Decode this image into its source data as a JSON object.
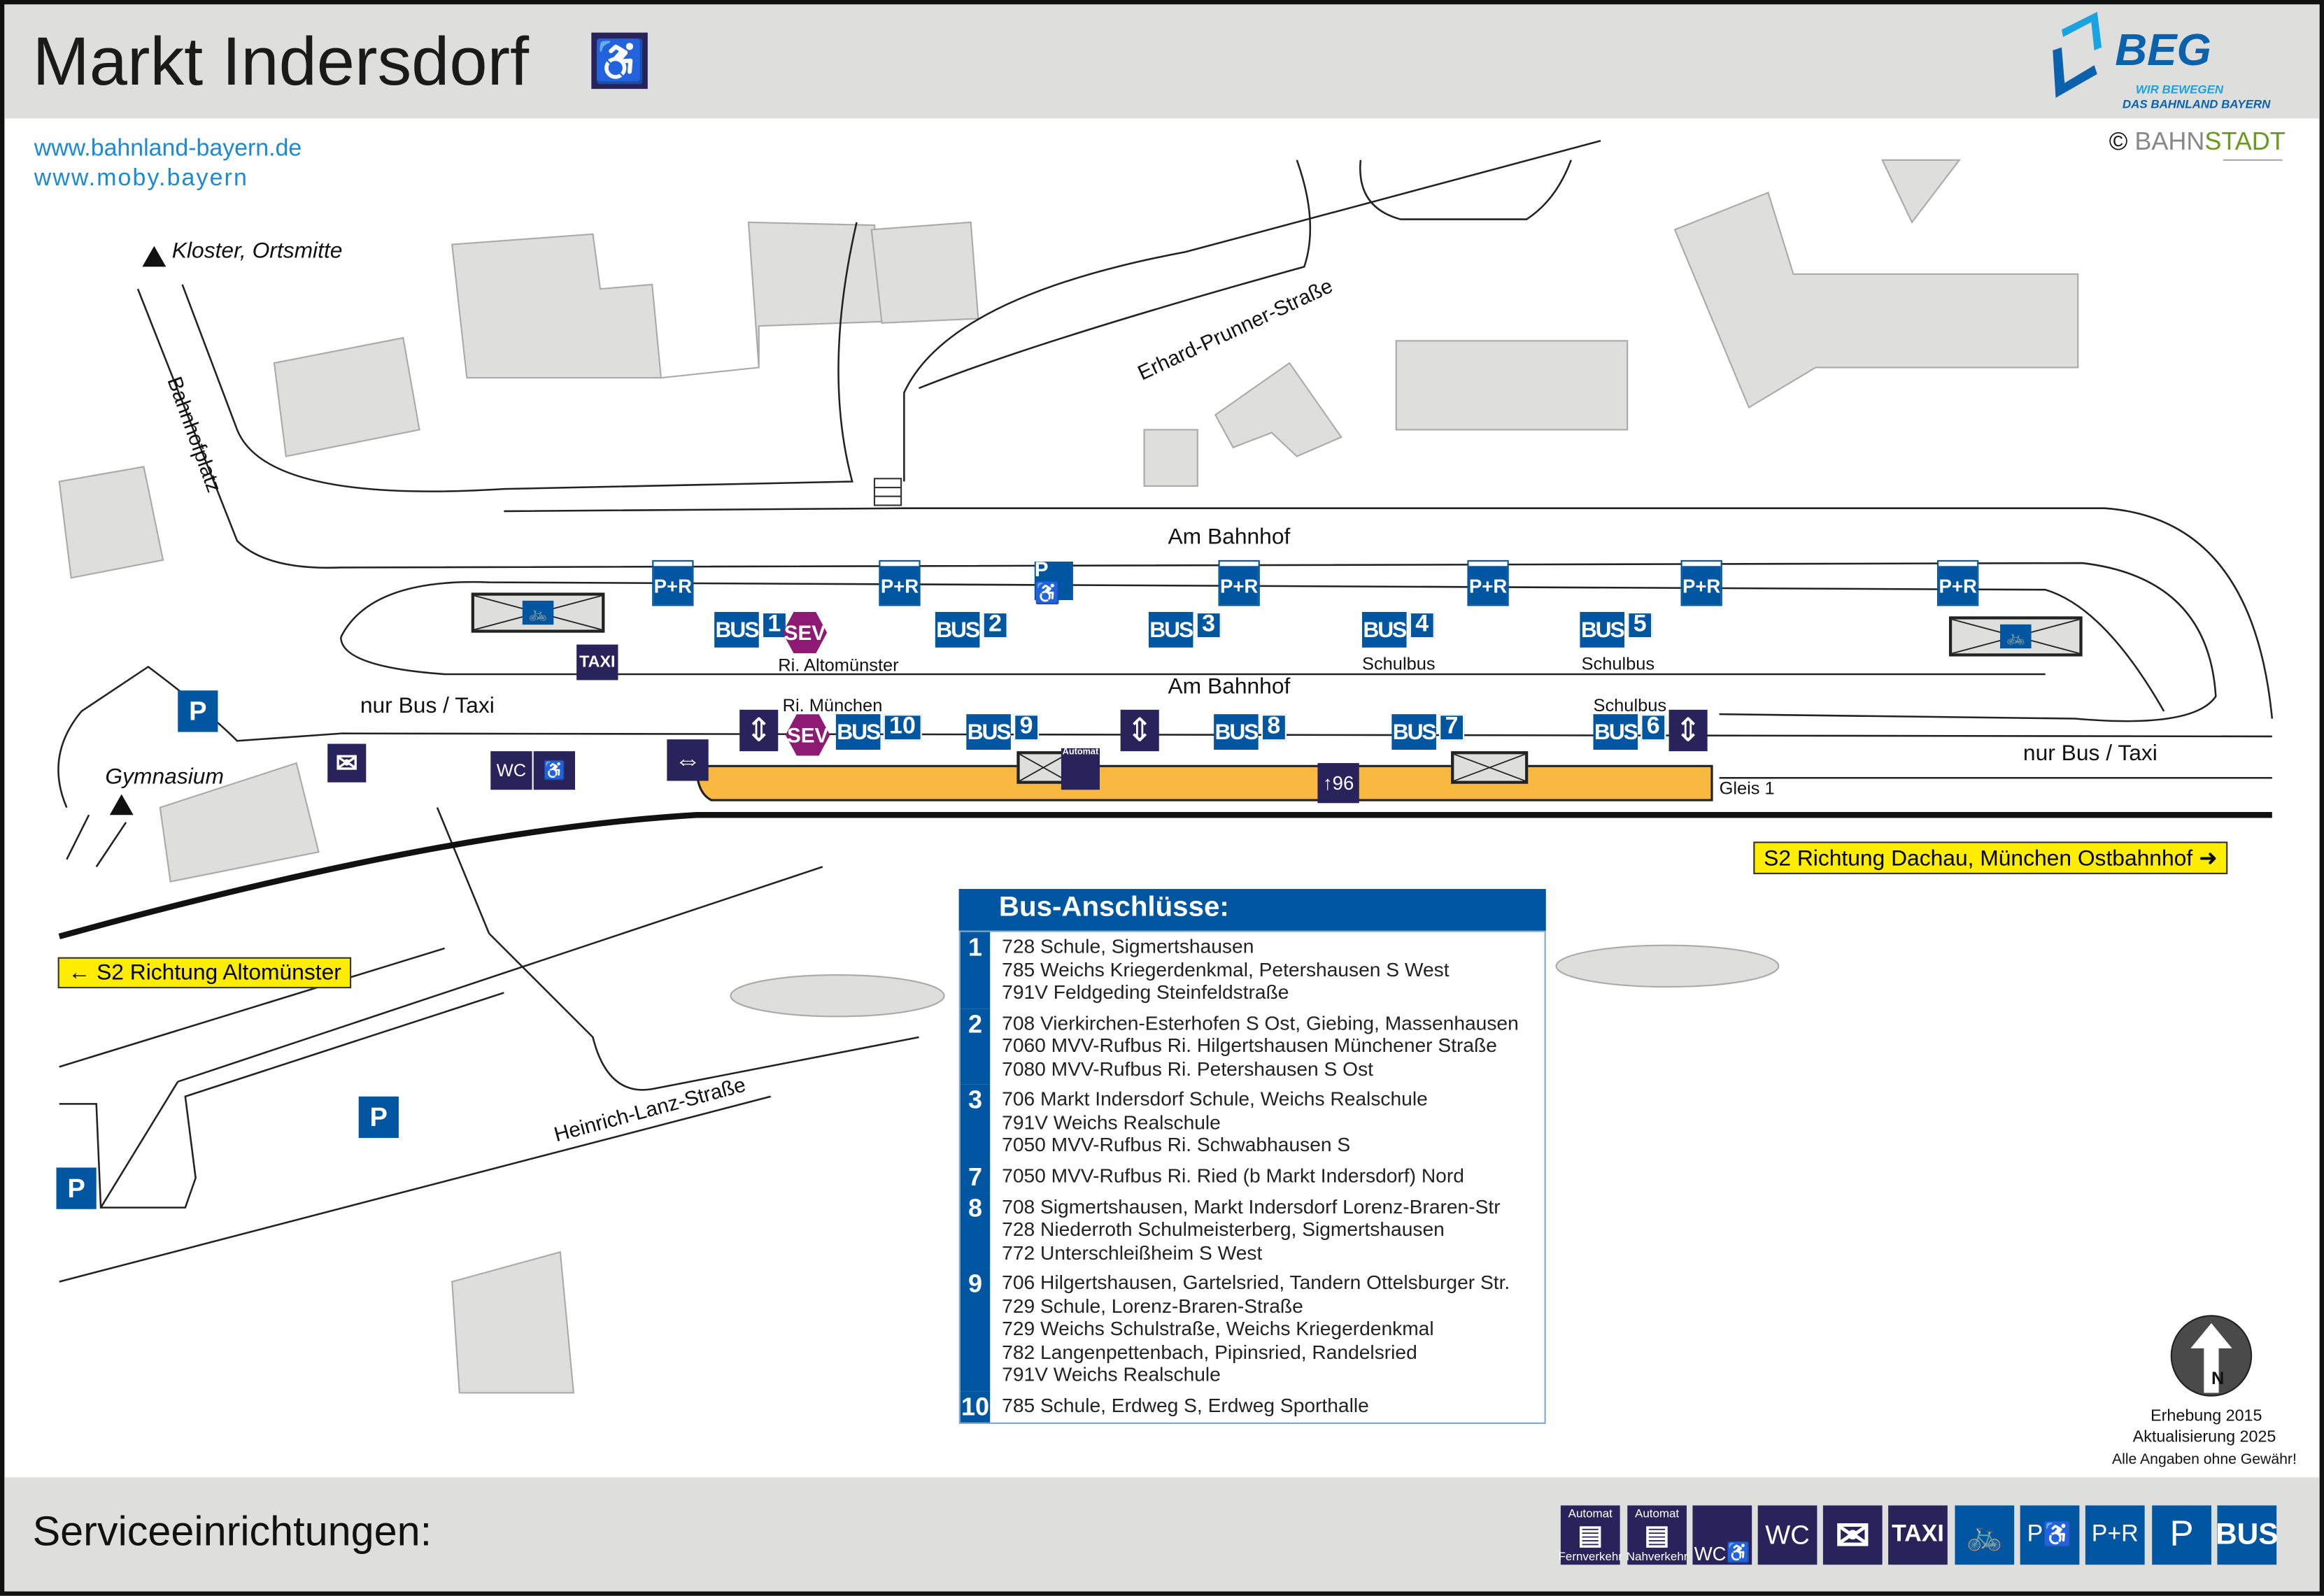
{
  "header": {
    "title": "Markt Indersdorf",
    "title_icon": "wheelchair-icon",
    "links": [
      "www.bahnland-bayern.de",
      "www.moby.bayern"
    ],
    "logo": {
      "name": "BEG",
      "slogan_1": "WIR BEWEGEN",
      "slogan_2": "DAS BAHNLAND BAYERN"
    },
    "copyright": {
      "symbol": "©",
      "part1": "BAHN",
      "part2": "STADT"
    }
  },
  "map": {
    "kloster": "Kloster, Ortsmitte",
    "bahnhofplatz": "Bahnhofplatz",
    "erhard": "Erhard-Prunner-Straße",
    "am_bahnhof_top": "Am Bahnhof",
    "am_bahnhof_mid": "Am Bahnhof",
    "nur_bus_taxi_left": "nur Bus / Taxi",
    "nur_bus_taxi_right": "nur Bus / Taxi",
    "gymnasium": "Gymnasium",
    "heinrich": "Heinrich-Lanz-Straße",
    "gleis": "Gleis 1",
    "s2_east": "S2 Richtung Dachau, München Ostbahnhof",
    "s2_west": "S2 Richtung Altomünster",
    "ri_altomuenster": "Ri. Altomünster",
    "ri_muenchen": "Ri. München",
    "schulbus_4": "Schulbus",
    "schulbus_5": "Schulbus",
    "schulbus_6": "Schulbus",
    "bus_label": "BUS",
    "sev_label": "SEV",
    "pr_label": "P+R",
    "p_label": "P",
    "taxi_label": "TAXI",
    "wc_label": "WC",
    "automat_label": "Automat",
    "exit_number": "96",
    "bus_stops": [
      "1",
      "2",
      "3",
      "4",
      "5",
      "6",
      "7",
      "8",
      "9",
      "10"
    ]
  },
  "bus_table": {
    "title": "Bus-Anschlüsse:",
    "rows": [
      {
        "num": "1",
        "lines": [
          "728 Schule, Sigmertshausen",
          "785 Weichs Kriegerdenkmal, Petershausen S West",
          "791V Feldgeding Steinfeldstraße"
        ]
      },
      {
        "num": "2",
        "lines": [
          "708 Vierkirchen-Esterhofen S Ost, Giebing, Massenhausen",
          "7060 MVV-Rufbus Ri. Hilgertshausen Münchener Straße",
          "7080 MVV-Rufbus Ri. Petershausen S Ost"
        ]
      },
      {
        "num": "3",
        "lines": [
          "706 Markt Indersdorf Schule, Weichs Realschule",
          "791V Weichs Realschule",
          "7050 MVV-Rufbus Ri. Schwabhausen S"
        ]
      },
      {
        "num": "7",
        "lines": [
          "7050 MVV-Rufbus Ri. Ried (b Markt Indersdorf) Nord"
        ]
      },
      {
        "num": "8",
        "lines": [
          "708 Sigmertshausen, Markt Indersdorf Lorenz-Braren-Str",
          "728 Niederroth Schulmeisterberg, Sigmertshausen",
          "772 Unterschleißheim S West"
        ]
      },
      {
        "num": "9",
        "lines": [
          "706 Hilgertshausen, Gartelsried, Tandern Ottelsburger Str.",
          "729 Schule, Lorenz-Braren-Straße",
          "729 Weichs Schulstraße, Weichs Kriegerdenkmal",
          "782 Langenpettenbach, Pipinsried, Randelsried",
          "791V Weichs Realschule"
        ]
      },
      {
        "num": "10",
        "lines": [
          "785 Schule, Erdweg S, Erdweg Sporthalle"
        ]
      }
    ]
  },
  "notes": {
    "line1": "Erhebung 2015",
    "line2": "Aktualisierung 2025",
    "line3": "Alle Angaben ohne Gewähr!",
    "north": "N"
  },
  "footer": {
    "title": "Serviceeinrichtungen:",
    "icons": [
      {
        "top": "Automat",
        "bottom": "Fernverkehr"
      },
      {
        "top": "Automat",
        "bottom": "Nahverkehr"
      },
      {
        "label": "WC"
      },
      {
        "label": "WC"
      },
      {
        "label": "mail"
      },
      {
        "label": "TAXI"
      },
      {
        "label": "bike"
      },
      {
        "label": "P"
      },
      {
        "label": "P+R"
      },
      {
        "label": "P"
      },
      {
        "label": "BUS"
      }
    ]
  },
  "colors": {
    "navy": "#29235c",
    "blue": "#0056a0",
    "sev": "#8e1a74",
    "platform": "#f9b840",
    "s2_sign": "#ffed00"
  }
}
